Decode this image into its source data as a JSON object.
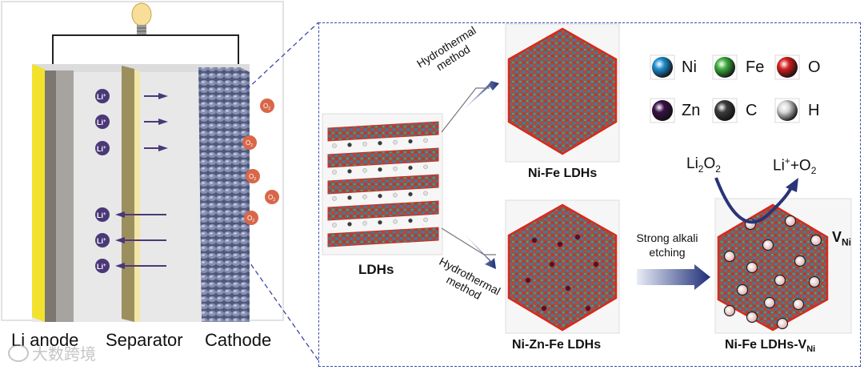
{
  "battery": {
    "labels": {
      "anode": "Li anode",
      "separator": "Separator",
      "cathode": "Cathode"
    },
    "ion": "Li",
    "ion_charge": "+",
    "oxygen": "O",
    "oxygen_sub": "2"
  },
  "synthesis": {
    "ldhs_label": "LDHs",
    "hydrothermal_top": [
      "Hydrothermal",
      "method"
    ],
    "hydrothermal_bottom": [
      "Hydrothermal",
      "method"
    ],
    "nife_label": "Ni-Fe LDHs",
    "nizn_label": "Ni-Zn-Fe LDHs",
    "etching": [
      "Strong alkali",
      "etching"
    ],
    "vacancy_label": {
      "main": "Ni-Fe LDHs-V",
      "sub": "Ni"
    },
    "vni": {
      "main": "V",
      "sub": "Ni"
    },
    "li2o2": {
      "a": "Li",
      "a_sub": "2",
      "b": "O",
      "b_sub": "2"
    },
    "product": {
      "a": "Li",
      "sup": "+",
      "b": "+O",
      "sub": "2"
    }
  },
  "legend": [
    {
      "symbol": "Ni",
      "color": "#1e8fd0"
    },
    {
      "symbol": "Fe",
      "color": "#3fae3f"
    },
    {
      "symbol": "O",
      "color": "#d62020"
    },
    {
      "symbol": "Zn",
      "color": "#3a1048"
    },
    {
      "symbol": "C",
      "color": "#3c3c3c"
    },
    {
      "symbol": "H",
      "color": "#d8d8d8"
    }
  ],
  "watermark": "大数跨境"
}
